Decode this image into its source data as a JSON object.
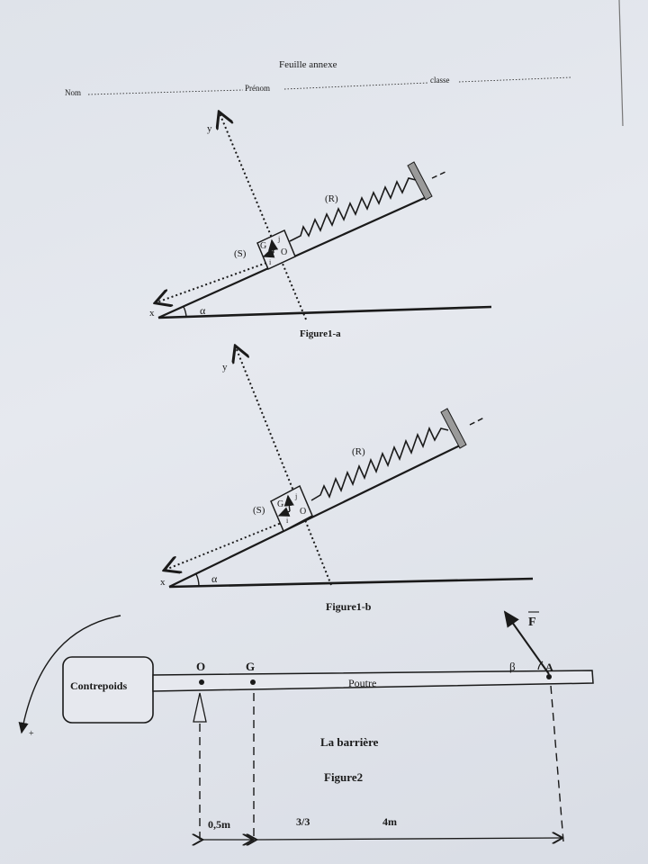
{
  "header": {
    "title": "Feuille annexe",
    "nom": "Nom",
    "prenom": "Prénom",
    "classe": "classe"
  },
  "fig1a": {
    "caption": "Figure1-a",
    "axis_x": "x",
    "axis_y": "y",
    "angle": "α",
    "spring": "(R)",
    "solid": "(S)",
    "point_g": "G",
    "point_o": "O",
    "vec_i": "i",
    "vec_j": "j"
  },
  "fig1b": {
    "caption": "Figure1-b",
    "axis_x": "x",
    "axis_y": "y",
    "angle": "α",
    "spring": "(R)",
    "solid": "(S)",
    "point_g": "G",
    "point_o": "O",
    "vec_i": "i",
    "vec_j": "j"
  },
  "fig2": {
    "caption": "Figure2",
    "counterweight": "Contrepoids",
    "beam": "Poutre",
    "barrier": "La barrière",
    "point_o": "O",
    "point_g": "G",
    "point_a": "A",
    "angle": "β",
    "force": "F",
    "rotation_sign": "+",
    "dim_og": "0,5m",
    "dim_ga_a": "3/3",
    "dim_ga_b": "4m"
  },
  "colors": {
    "ink": "#1a1a1a",
    "paper": "#e3e6ec"
  }
}
